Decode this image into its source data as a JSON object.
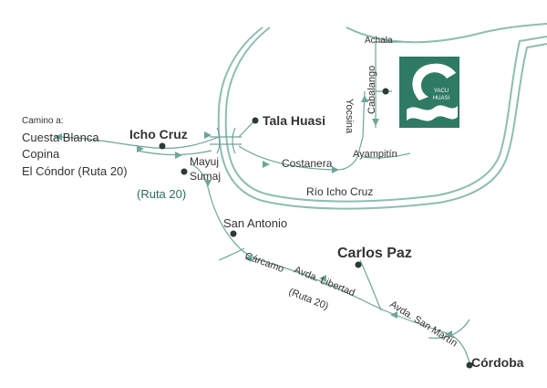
{
  "labels": {
    "camino_a": "Camino a:",
    "cuesta_blanca": "Cuesta Blanca",
    "copina": "Copina",
    "el_condor": "El Cóndor (Ruta 20)",
    "icho_cruz": "Icho Cruz",
    "mayuj_line1": "Mayuj",
    "mayuj_line2": "Sumaj",
    "ruta20_top": "(Ruta 20)",
    "tala_huasi": "Tala Huasi",
    "costanera": "Costanera",
    "yocsina": "Yocsina",
    "cabalango": "Cabalango",
    "achala": "Achala",
    "ayampitin": "Ayampitín",
    "rio_icho_cruz": "Río Icho Cruz",
    "san_antonio": "San Antonio",
    "carlos_paz": "Carlos Paz",
    "carcamo": "Cárcamo",
    "avda_libertad": "Avda. Libertad",
    "ruta20_bottom": "(Ruta 20)",
    "avda_san_martin": "Avda. San Martín",
    "cordoba": "Córdoba"
  },
  "logo": {
    "text_line1": "YACU",
    "text_line2": "HUASI"
  },
  "colors": {
    "road": "#6fa59a",
    "road_dark": "#4f8a7d",
    "river": "#9ec7bd",
    "dot": "#2b3a36",
    "logo_bg": "#2f7a63",
    "text": "#333333",
    "teal_text": "#2e6b5f"
  }
}
